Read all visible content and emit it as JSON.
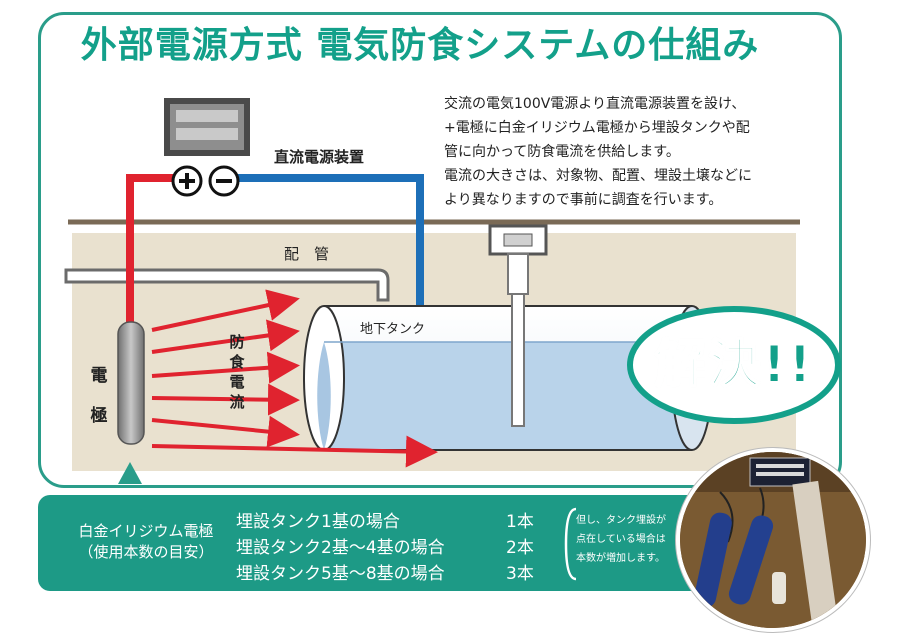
{
  "title": "外部電源方式 電気防食システムの仕組み",
  "description": [
    "交流の電気100V電源より直流電源装置を設け、",
    "+電極に白金イリジウム電極から埋設タンクや配",
    "管に向かって防食電流を供給します。",
    "電流の大きさは、対象物、配置、埋設土壌などに",
    "より異なりますので事前に調査を行います。"
  ],
  "labels": {
    "dc_power_unit": "直流電源装置",
    "pipe": "配　管",
    "tank": "地下タンク",
    "electrode": [
      "電",
      "極"
    ],
    "protection_current": [
      "防",
      "食",
      "電",
      "流"
    ],
    "resolved": "解決!!"
  },
  "electrode_table": {
    "heading": [
      "白金イリジウム電極",
      "（使用本数の目安）"
    ],
    "rows": [
      {
        "case": "埋設タンク1基の場合",
        "count": "1本"
      },
      {
        "case": "埋設タンク2基～4基の場合",
        "count": "2本"
      },
      {
        "case": "埋設タンク5基～8基の場合",
        "count": "3本"
      }
    ],
    "note": [
      "但し、タンク埋設が",
      "点在している場合は",
      "本数が増加します。"
    ]
  },
  "colors": {
    "accent": "#13a08a",
    "positive_wire": "#e0232f",
    "negative_wire": "#1d6fb8",
    "current_arrows": "#e0232f",
    "ground": "#e9e1cf",
    "tank_water": "#b9d3ea"
  },
  "icons": {
    "plus": "plus-terminal-icon",
    "minus": "minus-terminal-icon"
  }
}
